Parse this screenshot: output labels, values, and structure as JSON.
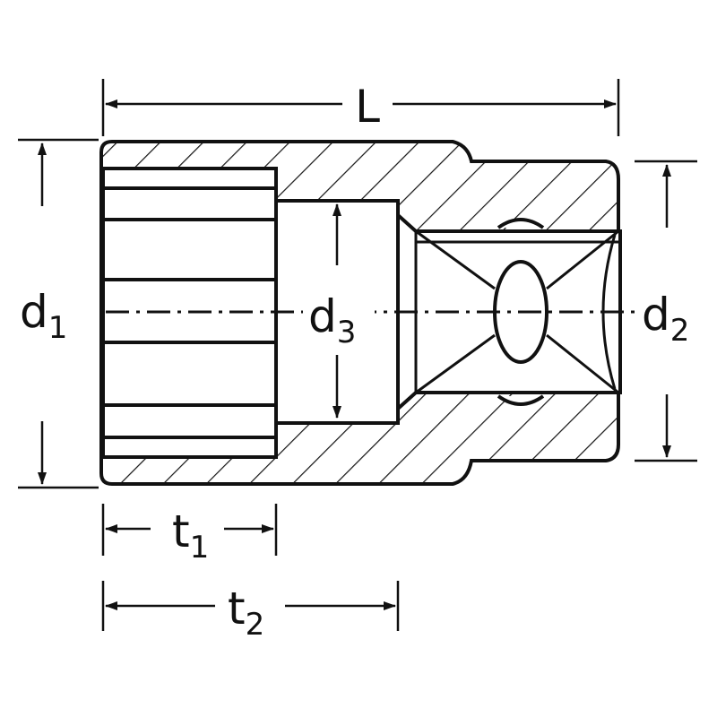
{
  "labels": {
    "L": {
      "main": "L",
      "sub": ""
    },
    "d1": {
      "main": "d",
      "sub": "1"
    },
    "d2": {
      "main": "d",
      "sub": "2"
    },
    "d3": {
      "main": "d",
      "sub": "3"
    },
    "t1": {
      "main": "t",
      "sub": "1"
    },
    "t2": {
      "main": "t",
      "sub": "2"
    }
  },
  "colors": {
    "ink": "#111111",
    "paper": "#ffffff"
  }
}
